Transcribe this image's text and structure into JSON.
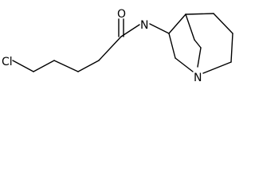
{
  "molecule": {
    "atoms": {
      "chlorine": "Cl",
      "oxygen": "O",
      "amide_nitrogen": "N",
      "ring_nitrogen": "N"
    }
  }
}
